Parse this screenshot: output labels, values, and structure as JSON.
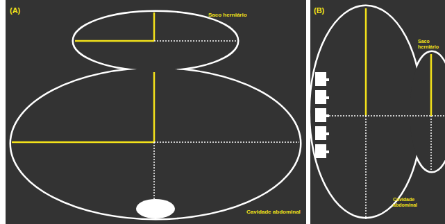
{
  "diagram": {
    "labels": [
      "(A)",
      "Saco herniário",
      "Cavidade abdominal",
      "(B)",
      "Saco herniário",
      "Cavidade abdominal"
    ]
  }
}
